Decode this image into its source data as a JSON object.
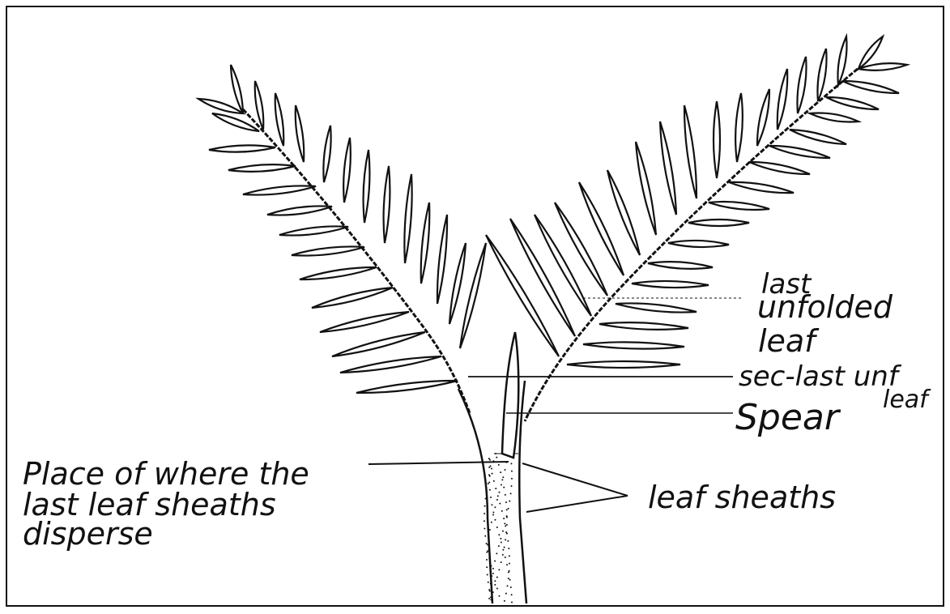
{
  "labels": {
    "last_unfolded_1": "last",
    "last_unfolded_2": "unfolded",
    "last_unfolded_3": "leaf",
    "sec_last_1": "sec-last unf",
    "sec_last_2": "leaf",
    "spear": "Spear",
    "place_1": "Place of where the",
    "place_2": "last leaf sheaths",
    "place_3": "disperse",
    "leaf_sheaths": "leaf sheaths"
  },
  "colors": {
    "ink": "#111111",
    "paper": "#ffffff"
  }
}
